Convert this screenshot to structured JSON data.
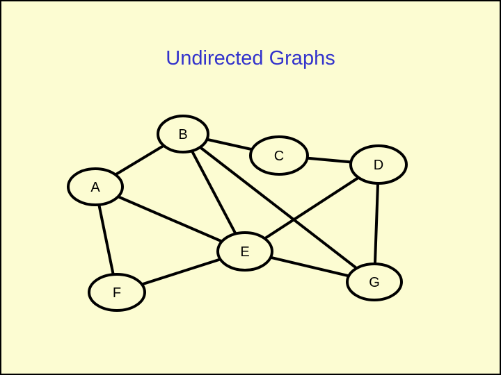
{
  "title": "Undirected Graphs",
  "colors": {
    "background": "#fcfcd2",
    "title": "#3333cc",
    "stroke": "#000000"
  },
  "graph": {
    "nodes": [
      {
        "id": "B",
        "label": "B"
      },
      {
        "id": "C",
        "label": "C"
      },
      {
        "id": "D",
        "label": "D"
      },
      {
        "id": "A",
        "label": "A"
      },
      {
        "id": "E",
        "label": "E"
      },
      {
        "id": "F",
        "label": "F"
      },
      {
        "id": "G",
        "label": "G"
      }
    ],
    "edges": [
      [
        "A",
        "B"
      ],
      [
        "B",
        "C"
      ],
      [
        "B",
        "E"
      ],
      [
        "B",
        "G"
      ],
      [
        "C",
        "D"
      ],
      [
        "A",
        "E"
      ],
      [
        "A",
        "F"
      ],
      [
        "D",
        "E"
      ],
      [
        "D",
        "G"
      ],
      [
        "E",
        "F"
      ],
      [
        "E",
        "G"
      ]
    ]
  }
}
